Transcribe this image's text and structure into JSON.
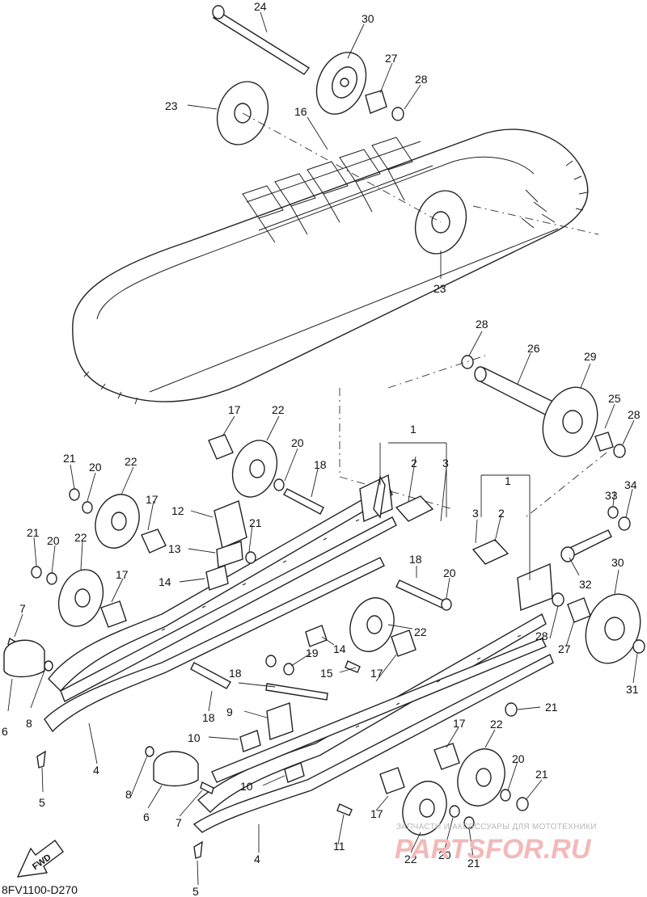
{
  "diagram_code": "8FV1100-D270",
  "fwd_label": "FWD",
  "watermark": {
    "caption": "ЗАПЧАСТИ И АКСЕССУАРЫ ДЛЯ МОТОТЕХНИКИ",
    "brand": "PARTSFOR.RU"
  },
  "callouts": {
    "c24": "24",
    "c30a": "30",
    "c27a": "27",
    "c28a": "28",
    "c23a": "23",
    "c16": "16",
    "c23b": "23",
    "c28b": "28",
    "c26": "26",
    "c29": "29",
    "c25": "25",
    "c28c": "28",
    "c17a": "17",
    "c22a": "22",
    "c20a": "20",
    "c18a": "18",
    "c1a": "1",
    "c2a": "2",
    "c3a": "3",
    "c21a": "21",
    "c20b": "20",
    "c22b": "22",
    "c17b": "17",
    "c12": "12",
    "c21b": "21",
    "c20c": "20",
    "c22c": "22",
    "c13": "13",
    "c21c": "21",
    "c14a": "14",
    "c17c": "17",
    "c7a": "7",
    "c1b": "1",
    "c3b": "3",
    "c2b": "2",
    "c33": "33",
    "c34": "34",
    "c18b": "18",
    "c20d": "20",
    "c32": "32",
    "c30b": "30",
    "c22d": "22",
    "c14b": "14",
    "c19": "19",
    "c28d": "28",
    "c27b": "27",
    "c15": "15",
    "c17d": "17",
    "c31": "31",
    "c6a": "6",
    "c8a": "8",
    "c18c": "18",
    "c18d": "18",
    "c9": "9",
    "c21d": "21",
    "c4a": "4",
    "c10a": "10",
    "c17e": "17",
    "c22e": "22",
    "c5a": "5",
    "c8b": "8",
    "c20e": "20",
    "c21e": "21",
    "c10b": "10",
    "c6b": "6",
    "c7b": "7",
    "c11": "11",
    "c4b": "4",
    "c22f": "22",
    "c20f": "20",
    "c21f": "21",
    "c5b": "5"
  }
}
